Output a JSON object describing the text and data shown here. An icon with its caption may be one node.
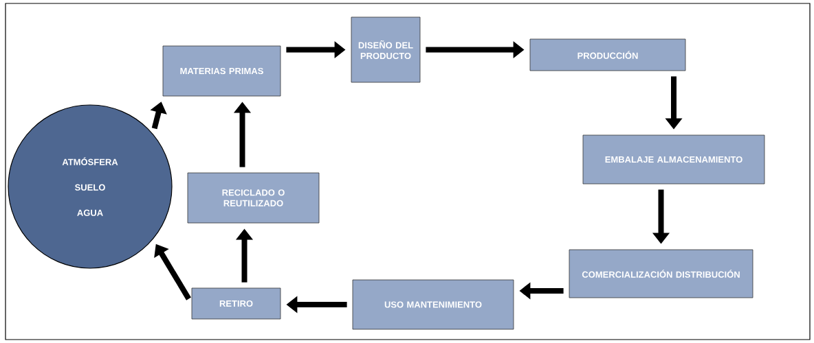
{
  "diagram": {
    "nodes": [
      {
        "text": [
          "ATMÓSFERA",
          "SUELO",
          "AGUA"
        ]
      },
      {
        "text": [
          "MATERIAS PRIMAS"
        ]
      },
      {
        "text": [
          "DISEÑO DEL PRODUCTO"
        ]
      },
      {
        "text": [
          "PRODUCCIÓN"
        ]
      },
      {
        "text": [
          "EMBALAJE ALMACENAMIENTO"
        ]
      },
      {
        "text": [
          "COMERCIALIZACIÓN DISTRIBUCIÓN"
        ]
      },
      {
        "text": [
          "USO MANTENIMIENTO"
        ]
      },
      {
        "text": [
          "RETIRO"
        ]
      },
      {
        "text": [
          "RECICLADO O REUTILIZADO"
        ]
      }
    ],
    "edges": [
      {
        "from": 0,
        "to": 1,
        "arrow": "to"
      },
      {
        "from": 1,
        "to": 2,
        "arrow": "to"
      },
      {
        "from": 2,
        "to": 3,
        "arrow": "to"
      },
      {
        "from": 3,
        "to": 4,
        "arrow": "to"
      },
      {
        "from": 4,
        "to": 5,
        "arrow": "to"
      },
      {
        "from": 5,
        "to": 6,
        "arrow": "to"
      },
      {
        "from": 6,
        "to": 7,
        "arrow": "to"
      },
      {
        "from": 7,
        "to": 8,
        "arrow": "to"
      },
      {
        "from": 8,
        "to": 1,
        "arrow": "to"
      },
      {
        "from": 7,
        "to": 0,
        "arrow": "to"
      }
    ]
  }
}
